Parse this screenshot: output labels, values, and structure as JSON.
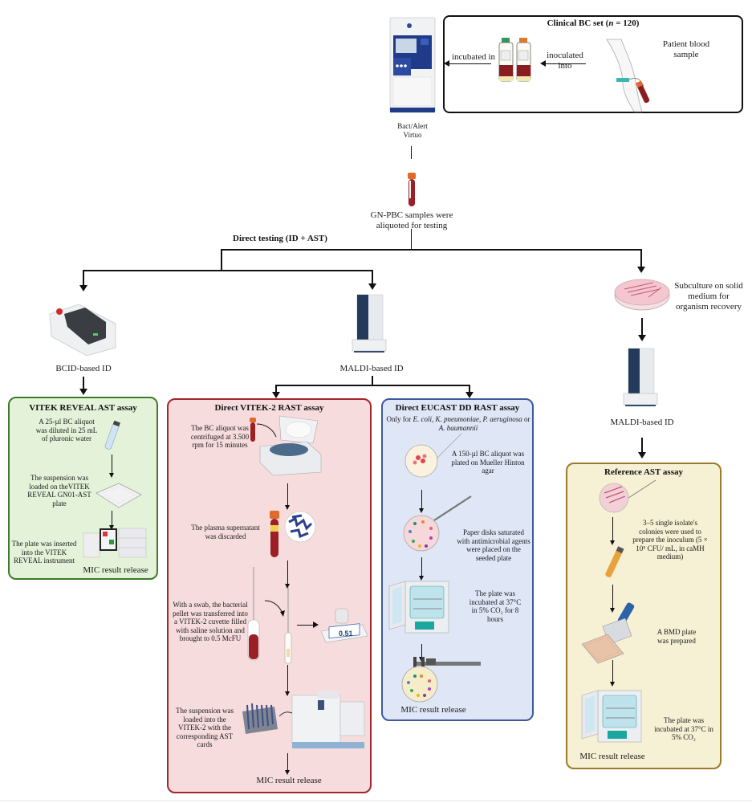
{
  "clinical_set": {
    "title_prefix": "Clinical BC set (",
    "title_n": "n",
    "title_suffix": " = 120)",
    "patient_label": "Patient blood sample",
    "inoculated_label": "inoculated into",
    "incubated_label": "incubated in"
  },
  "instrument_bactalert": {
    "label": "Bact/Alert Virtuo"
  },
  "aliquot": {
    "label": "GN-PBC samples were aliquoted for testing"
  },
  "direct_testing": {
    "label": "Direct testing (ID + AST)"
  },
  "bcid": {
    "label": "BCID-based ID"
  },
  "maldi_direct": {
    "label": "MALDI-based ID"
  },
  "subculture": {
    "label": "Subculture on solid medium for organism recovery"
  },
  "maldi_ref": {
    "label": "MALDI-based ID"
  },
  "vitek_reveal": {
    "title": "VITEK REVEAL AST assay",
    "steps": [
      "A 25-µl BC aliquot was diluted in 25 mL of pluronic water",
      "The suspension was loaded on theVITEK REVEAL GN01-AST plate",
      "The plate was inserted into the VITEK REVEAL instrument"
    ],
    "result": "MIC result release",
    "colors": {
      "border": "#3f7a2c",
      "background": "#e3f2d9"
    }
  },
  "vitek2_rast": {
    "title": "Direct VITEK-2 RAST assay",
    "steps": [
      "The BC aliquot was centrifuged at 3.500 rpm for 15 minutes",
      "The plasma supernatant was discarded",
      "With a swab, the bacterial pellet was transferred into a VITEK-2 cuvette filled with saline solution and brought to 0.5 McFU",
      "The suspension was loaded into the VITEK-2 with the corresponding AST cards"
    ],
    "densitometer_reading": "0.51",
    "result": "MIC result release",
    "colors": {
      "border": "#a3262c",
      "background": "#f6dcdd"
    }
  },
  "eucast_rast": {
    "title": "Direct EUCAST DD RAST assay",
    "subtitle_prefix": "Only for ",
    "organisms": [
      "E. coli",
      "K. pneumoniae",
      "P. aeruginosa",
      "A. baumannii"
    ],
    "steps": [
      "A 150-µl BC aliquot was plated on Mueller Hinton agar",
      "Paper disks saturated with antimicrobial agents were placed on the seeded plate",
      "The plate was incubated  at 37°C in 5% CO₂ for 8 hours"
    ],
    "result": "MIC result release",
    "colors": {
      "border": "#3d5a9c",
      "background": "#dfe6f6"
    }
  },
  "reference_ast": {
    "title": "Reference AST assay",
    "steps": [
      "3–5 single isolate's colonies were used to prepare the inoculum (5 × 10⁵ CFU/ mL, in caMH medium)",
      "A BMD plate was prepared",
      "The plate was incubated at 37°C in 5% CO₂"
    ],
    "result": "MIC result release",
    "colors": {
      "border": "#9a7b2a",
      "background": "#f6f0d4"
    }
  }
}
